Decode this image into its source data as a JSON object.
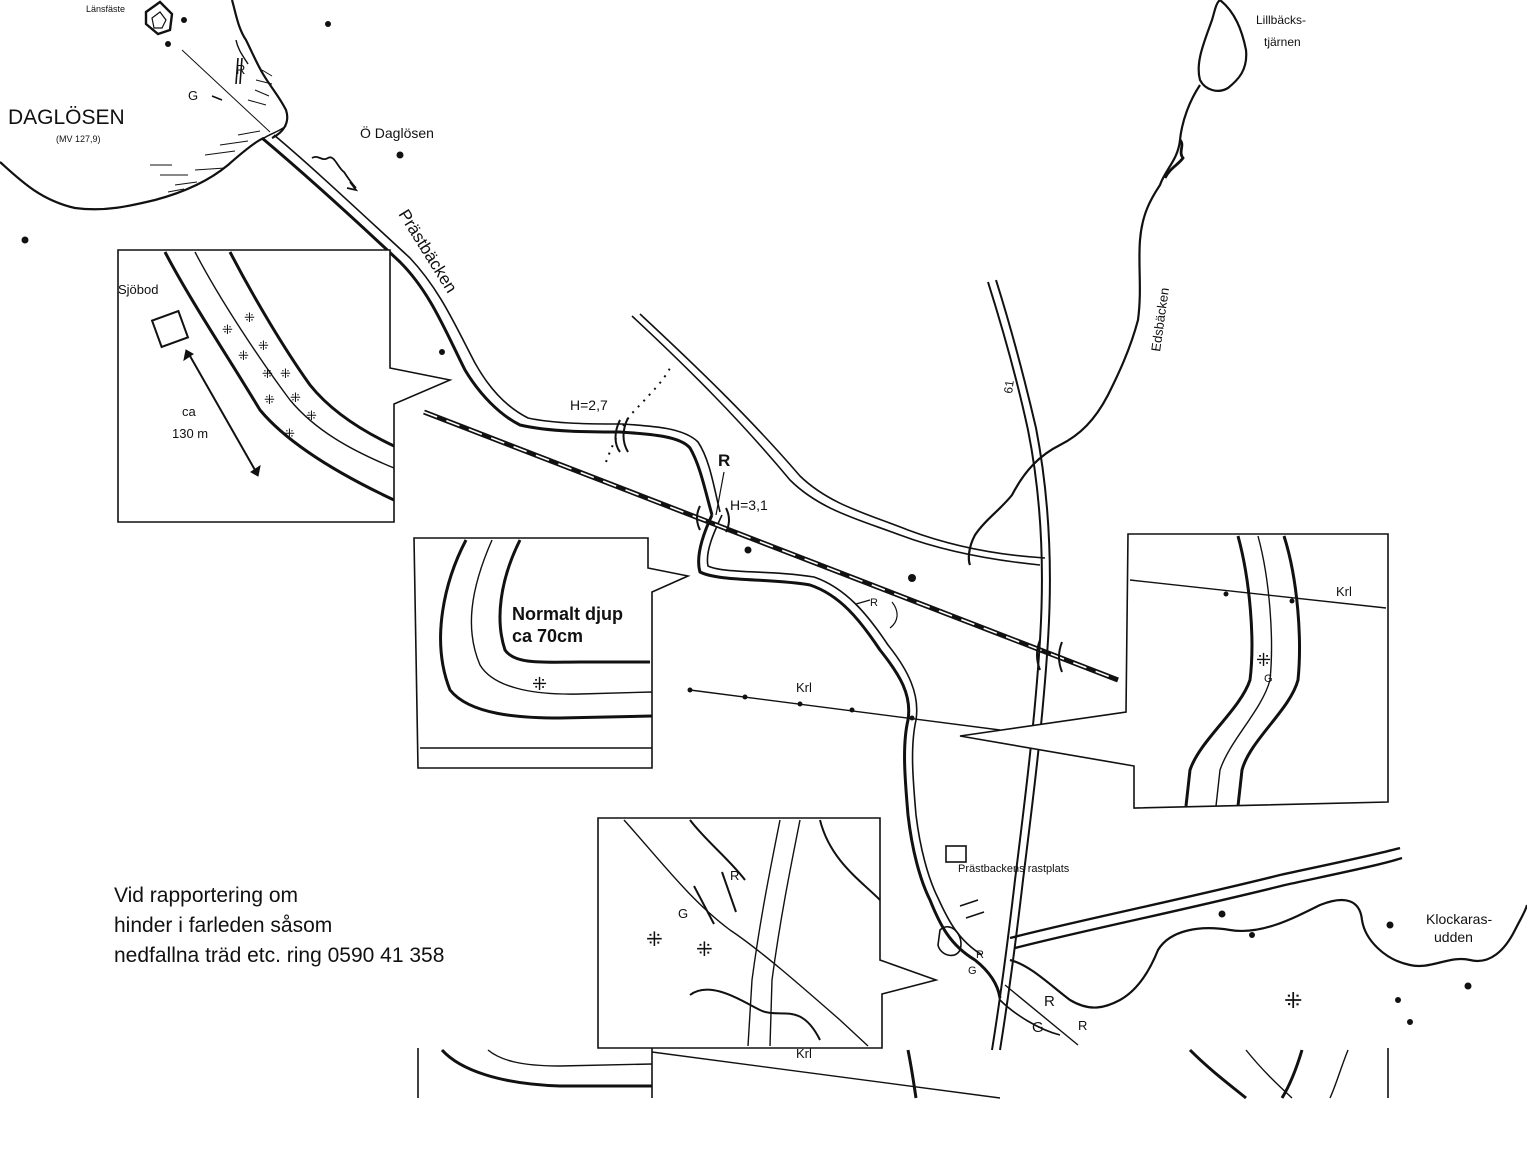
{
  "map": {
    "lake_name": "DAGLÖSEN",
    "lake_level": "(MV 127,9)",
    "fixed_point": "Länsfäste",
    "lake_small_name_1": "Lillbäcks-",
    "lake_small_name_2": "tjärnen",
    "island_label": "Ö Daglösen",
    "stream_prastbacken": "Prästbäcken",
    "stream_edsbacken": "Edsbäcken",
    "road_number": "61",
    "clearance_1": "H=2,7",
    "clearance_2": "H=3,1",
    "marker_r": "R",
    "marker_g": "G",
    "power_line": "Krl",
    "rest_area": "Prästbackens rastplats",
    "cape_name_1": "Klockaras-",
    "cape_name_2": "udden"
  },
  "inset_boathouse": {
    "label_boathouse": "Sjöbod",
    "distance_ca": "ca",
    "distance_value": "130 m"
  },
  "inset_depth": {
    "line1": "Normalt djup",
    "line2": "ca 70cm"
  },
  "inset_east": {
    "power_line": "Krl",
    "marker_g": "G"
  },
  "inset_south": {
    "marker_r": "R",
    "marker_g": "G",
    "power_line": "Krl"
  },
  "note": {
    "line1": "Vid rapportering om",
    "line2": "hinder i farleden såsom",
    "line3": "nedfallna träd etc. ring 0590 41 358"
  },
  "colors": {
    "ink": "#111111",
    "paper": "#ffffff"
  }
}
